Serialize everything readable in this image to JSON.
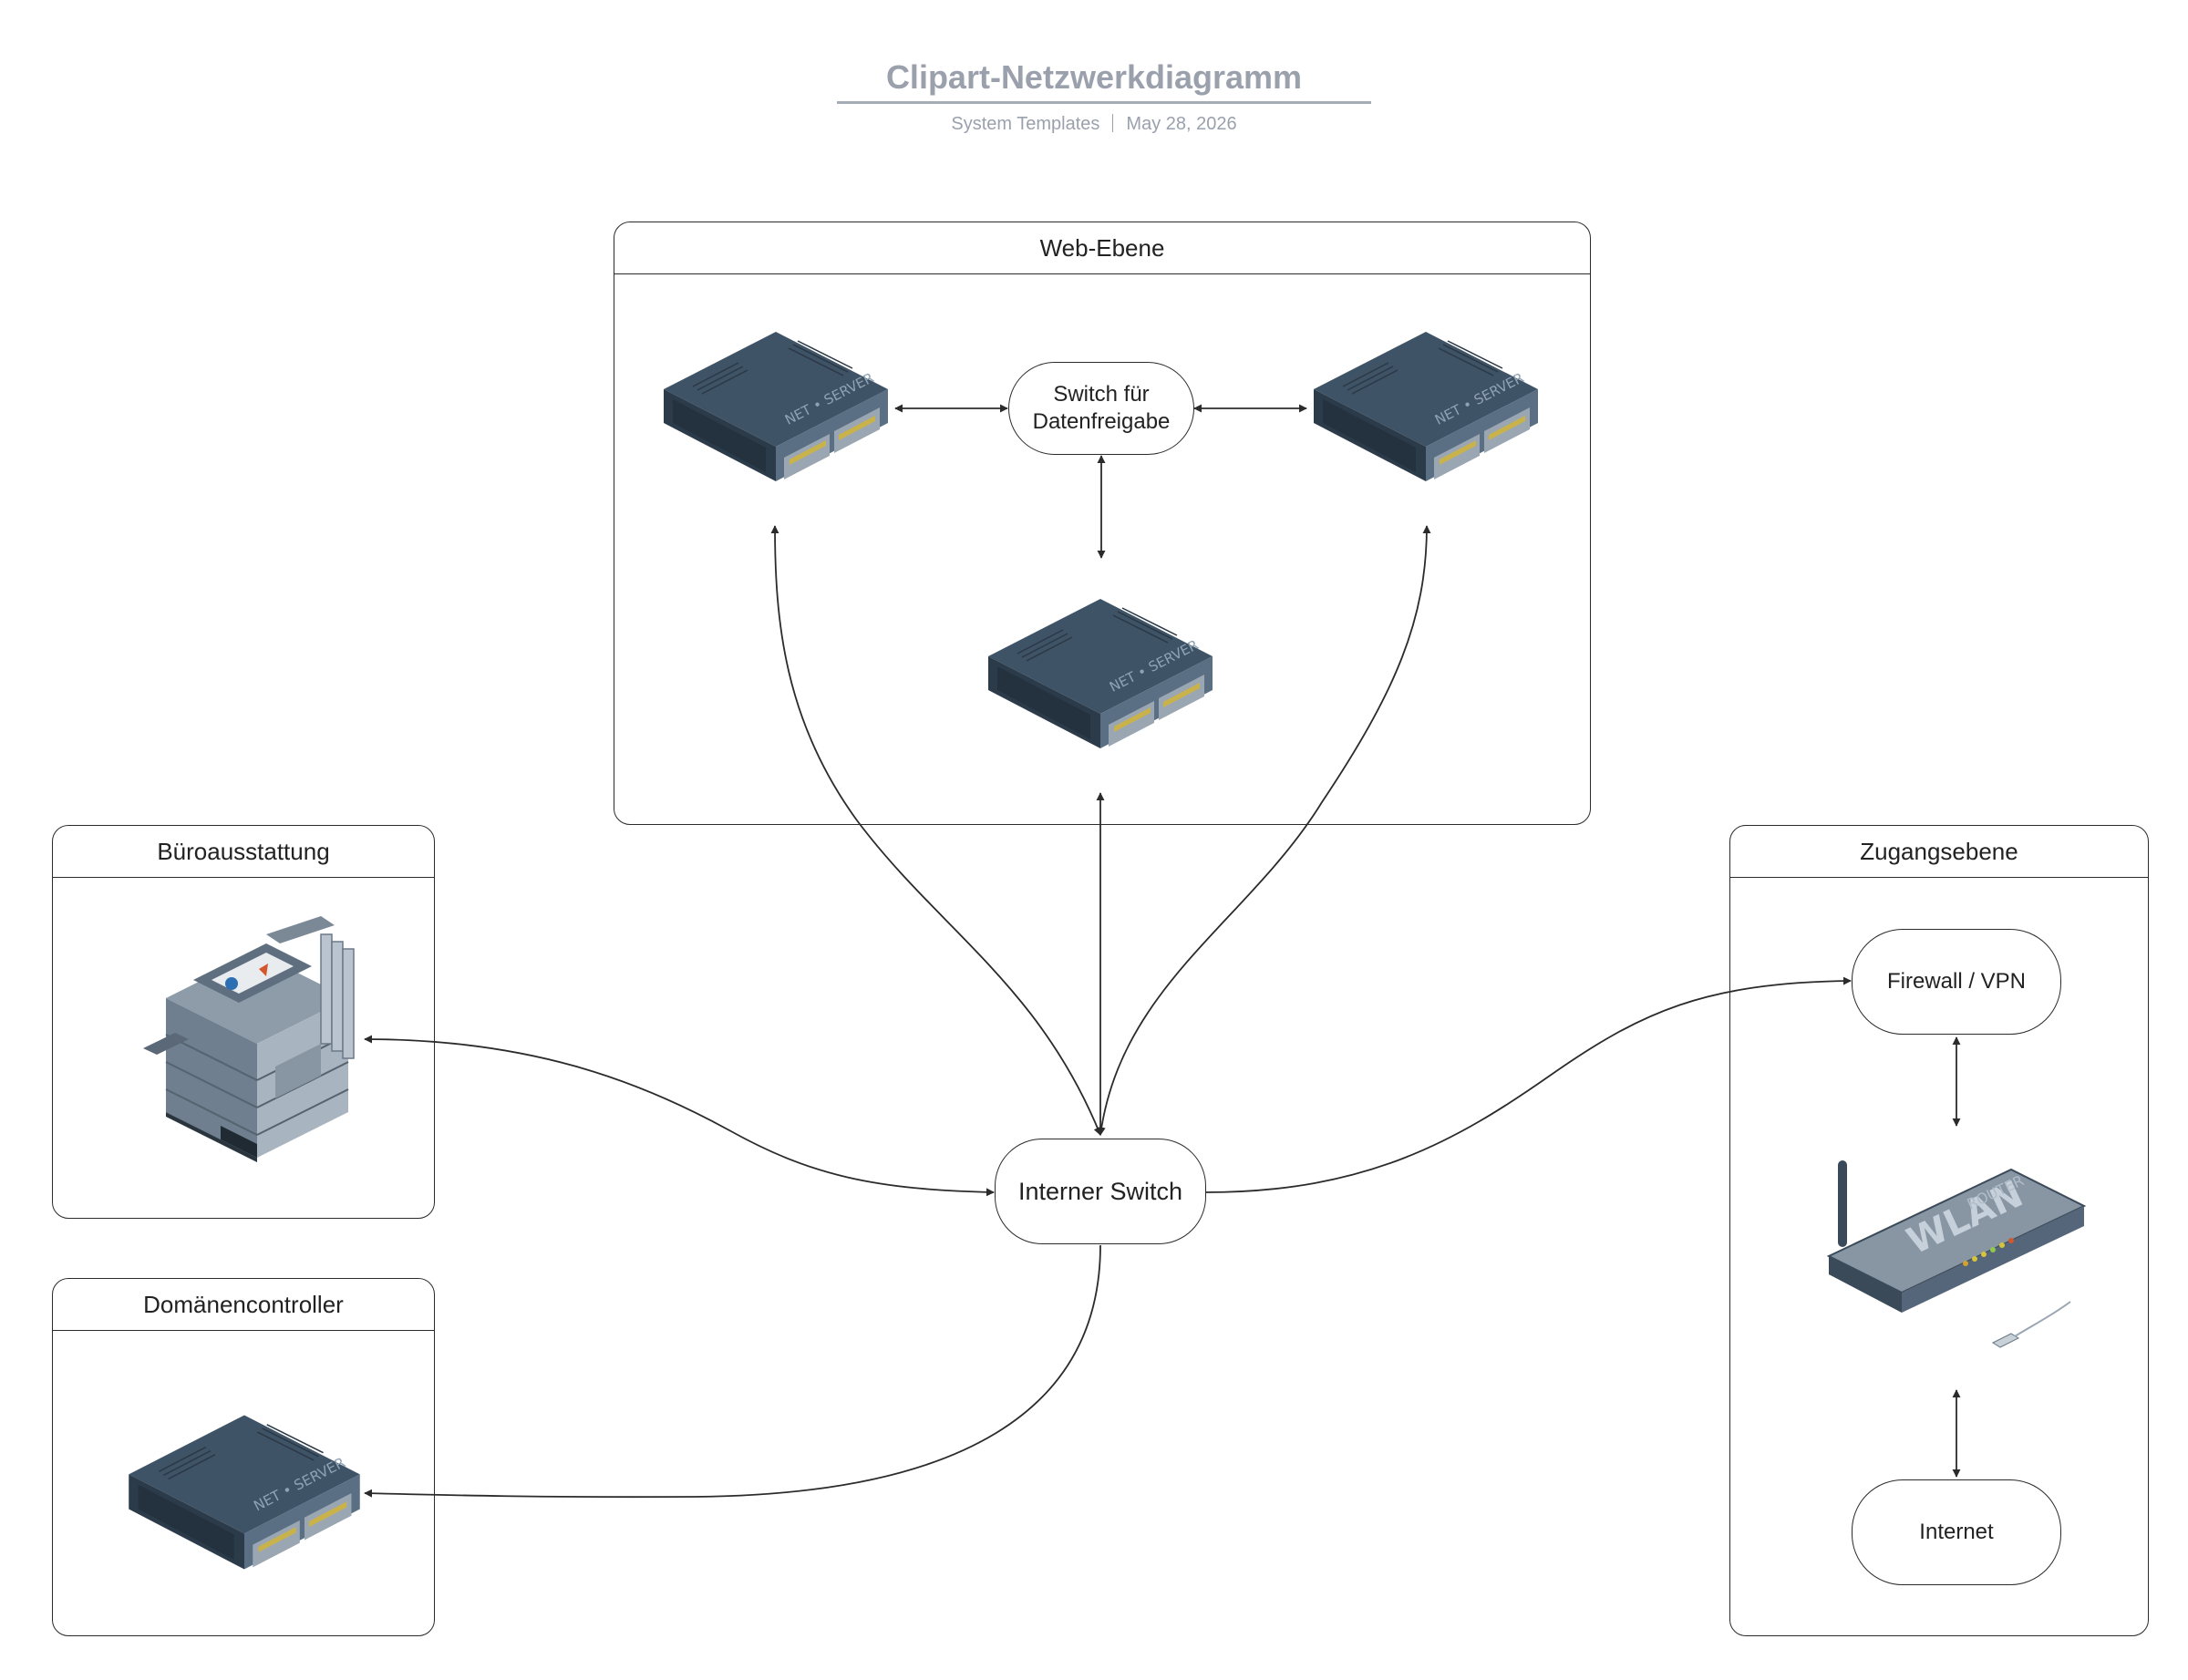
{
  "header": {
    "title": "Clipart-Netzwerkdiagramm",
    "source": "System Templates",
    "date": "May 28, 2026"
  },
  "groups": {
    "web": "Web-Ebene",
    "office": "Büroausstattung",
    "domain": "Domänencontroller",
    "access": "Zugangsebene"
  },
  "nodes": {
    "data_switch": "Switch für Datenfreigabe",
    "internal_switch": "Interner Switch",
    "firewall": "Firewall / VPN",
    "internet": "Internet"
  },
  "icons": {
    "server_label": "NET • SERVER",
    "router_label_top": "ROUTER",
    "router_label_main": "WLAN"
  },
  "colors": {
    "stroke": "#2b2b2b",
    "server_body": "#4a5c70",
    "header_text": "#9aa1ad"
  }
}
